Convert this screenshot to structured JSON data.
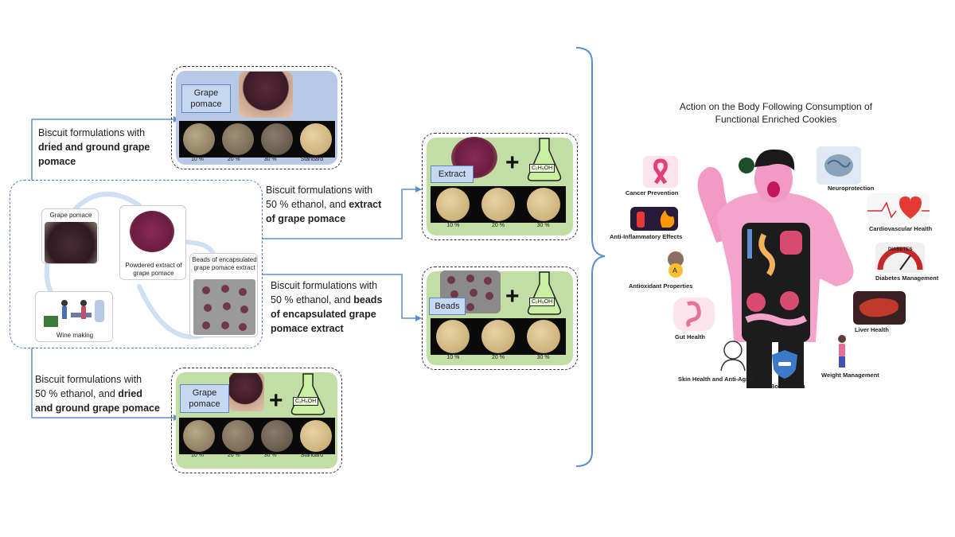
{
  "left": {
    "label_top": {
      "line1": "Biscuit formulations with",
      "bold": "dried and ground grape pomace"
    },
    "label_bottom": {
      "line1": "Biscuit formulations with",
      "line2": "50 % ethanol, and",
      "bold1": "dried",
      "bold2": "and ground grape pomace"
    }
  },
  "middle": {
    "label_extract": {
      "line1": "Biscuit formulations with",
      "line2": "50 % ethanol, and",
      "bold1": "extract",
      "bold2": "of grape pomace"
    },
    "label_beads": {
      "line1": "Biscuit formulations with",
      "line2": "50 % ethanol, and",
      "bold1": "beads",
      "bold2": "of encapsulated grape",
      "bold3": "pomace extract"
    }
  },
  "panels": {
    "top": {
      "tag": "Grape pomace",
      "pcts": [
        "10 %",
        "20 %",
        "30 %",
        "Standard"
      ]
    },
    "bottom": {
      "tag": "Grape pomace",
      "flask": "C₂H₅OH",
      "pcts": [
        "10 %",
        "20 %",
        "30 %",
        "Standard"
      ]
    },
    "extract": {
      "tag": "Extract",
      "flask": "C₂H₅OH",
      "pcts": [
        "10 %",
        "20 %",
        "30 %"
      ]
    },
    "beads": {
      "tag": "Beads",
      "flask": "C₂H₅OH",
      "pcts": [
        "10 %",
        "20 %",
        "30 %"
      ]
    }
  },
  "loop": {
    "grape_pomace": "Grape pomace",
    "powdered": "Powdered extract of grape pomace",
    "beads": "Beads of encapsulated grape pomace extract",
    "wine": "Wine making"
  },
  "body": {
    "title_line1": "Action on the Body Following Consumption of",
    "title_line2": "Functional Enriched Cookies",
    "benefits": {
      "cancer": "Cancer Prevention",
      "neuro": "Neuroprotection",
      "cardio": "Cardiovascular Health",
      "inflam": "Anti-Inflammatory Effects",
      "diabetes": "Diabetes Management",
      "antiox": "Antioxidant Properties",
      "liver": "Liver Health",
      "gut": "Gut Health",
      "skin": "Skin Health and Anti-Aging",
      "bone": "Bone Health",
      "weight": "Weight Management"
    },
    "diabetes_badge": "DIABETES"
  },
  "colors": {
    "connector": "#5b8fd0",
    "blue_panel": "#b8c9e8",
    "green_panel": "#c3dea5",
    "brace": "#5b8fd0"
  }
}
